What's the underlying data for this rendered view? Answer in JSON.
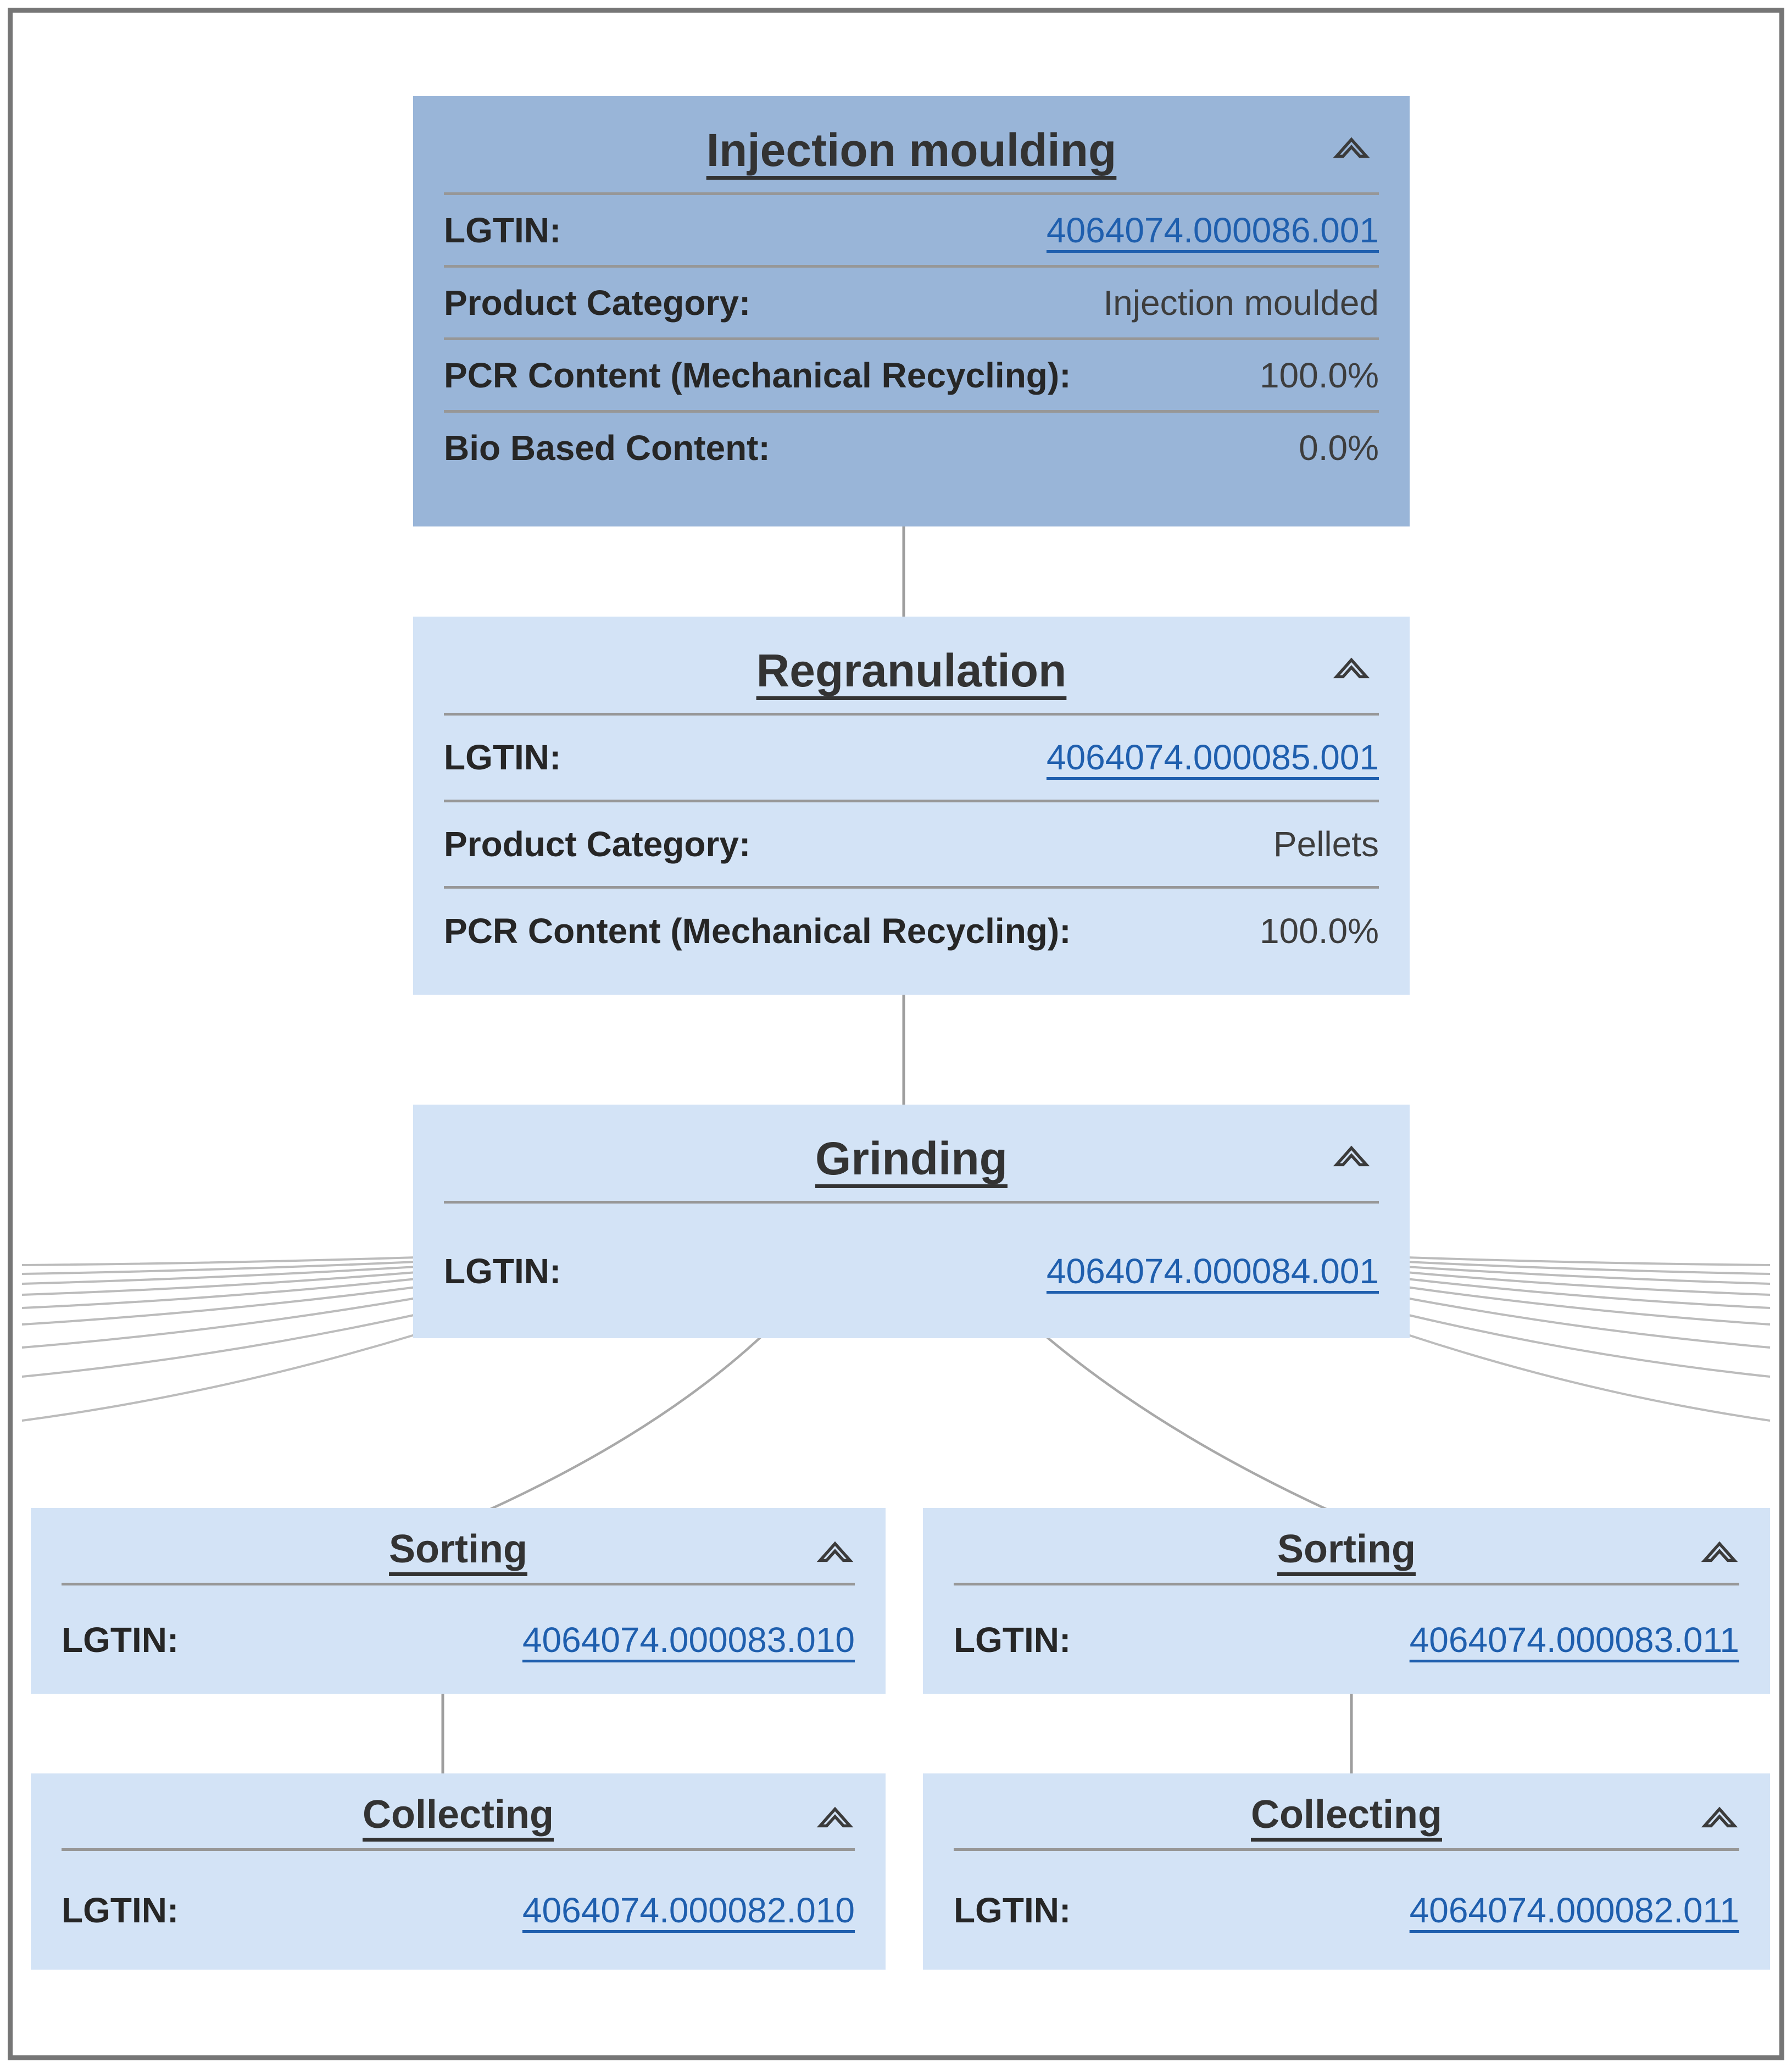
{
  "colors": {
    "card_dark": "#99b5d8",
    "card_light": "#d3e3f6",
    "frame_border": "#767676",
    "separator": "#979797",
    "title_text": "#333333",
    "label_text": "#262626",
    "value_text": "#3d3d3d",
    "link": "#1f5fae",
    "connector": "#a9a9a9"
  },
  "icons": {
    "collapse": "chevron-double-up"
  },
  "nodes": {
    "injection_moulding": {
      "title": "Injection moulding",
      "rows": [
        {
          "label": "LGTIN:",
          "value": "4064074.000086.001"
        },
        {
          "label": "Product Category:",
          "value": "Injection moulded"
        },
        {
          "label": "PCR Content (Mechanical Recycling):",
          "value": "100.0%"
        },
        {
          "label": "Bio Based Content:",
          "value": "0.0%"
        }
      ]
    },
    "regranulation": {
      "title": "Regranulation",
      "rows": [
        {
          "label": "LGTIN:",
          "value": "4064074.000085.001"
        },
        {
          "label": "Product Category:",
          "value": "Pellets"
        },
        {
          "label": "PCR Content (Mechanical Recycling):",
          "value": "100.0%"
        }
      ]
    },
    "grinding": {
      "title": "Grinding",
      "rows": [
        {
          "label": "LGTIN:",
          "value": "4064074.000084.001"
        }
      ]
    },
    "sorting_left": {
      "title": "Sorting",
      "rows": [
        {
          "label": "LGTIN:",
          "value": "4064074.000083.010"
        }
      ]
    },
    "sorting_right": {
      "title": "Sorting",
      "rows": [
        {
          "label": "LGTIN:",
          "value": "4064074.000083.011"
        }
      ]
    },
    "collecting_left": {
      "title": "Collecting",
      "rows": [
        {
          "label": "LGTIN:",
          "value": "4064074.000082.010"
        }
      ]
    },
    "collecting_right": {
      "title": "Collecting",
      "rows": [
        {
          "label": "LGTIN:",
          "value": "4064074.000082.011"
        }
      ]
    }
  }
}
